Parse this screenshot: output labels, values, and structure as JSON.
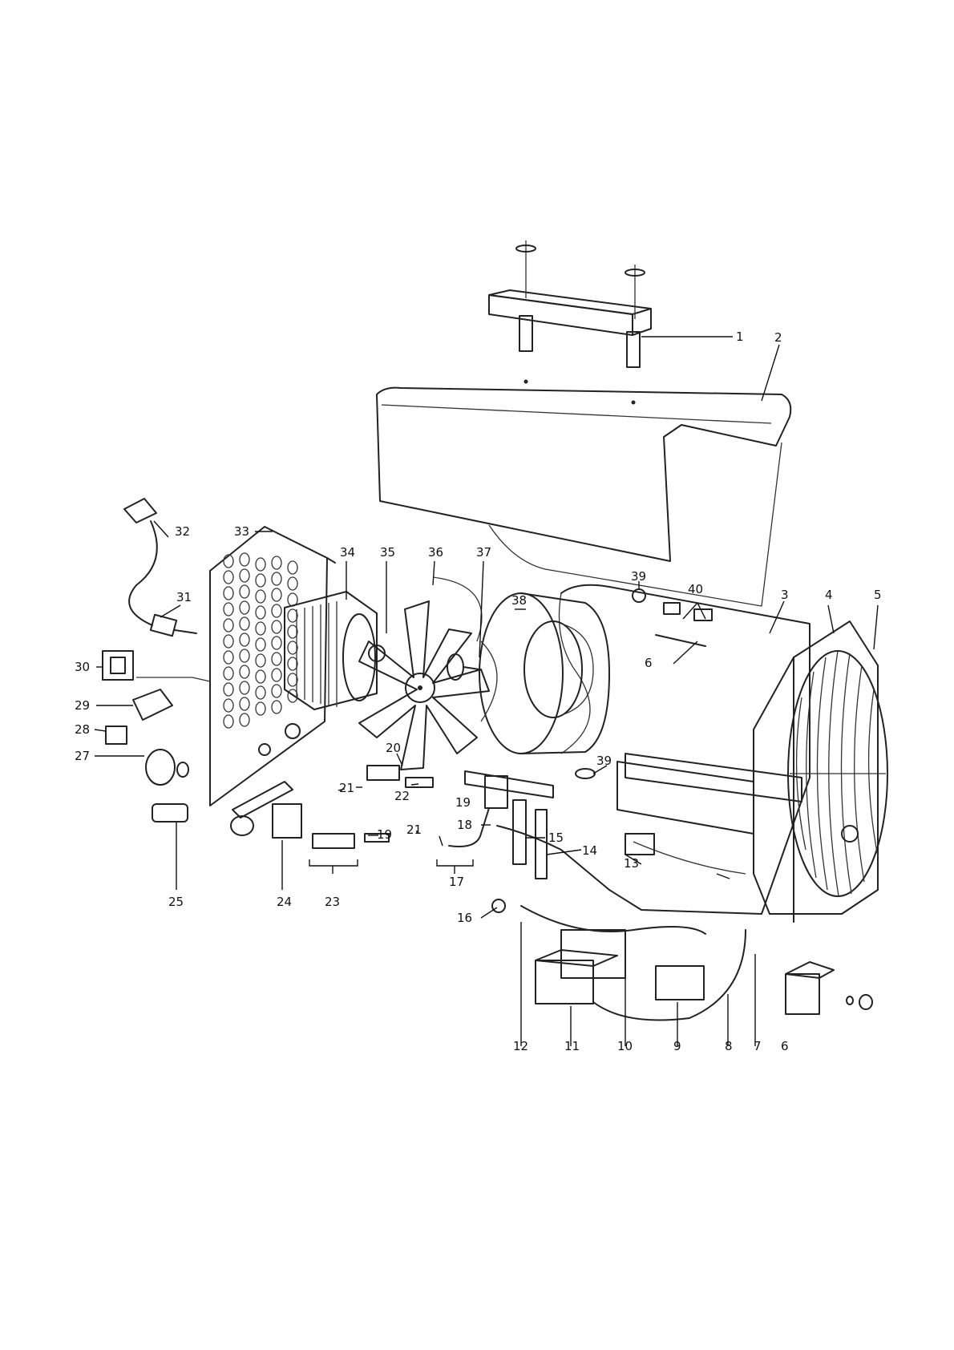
{
  "diagram": {
    "labels": [
      "1",
      "2",
      "3",
      "4",
      "5",
      "6",
      "6",
      "7",
      "8",
      "9",
      "10",
      "11",
      "12",
      "13",
      "14",
      "15",
      "16",
      "17",
      "18",
      "19",
      "19",
      "20",
      "21",
      "21",
      "22",
      "23",
      "24",
      "25",
      "27",
      "28",
      "29",
      "30",
      "31",
      "32",
      "33",
      "34",
      "35",
      "36",
      "37",
      "38",
      "39",
      "39",
      "40"
    ]
  }
}
